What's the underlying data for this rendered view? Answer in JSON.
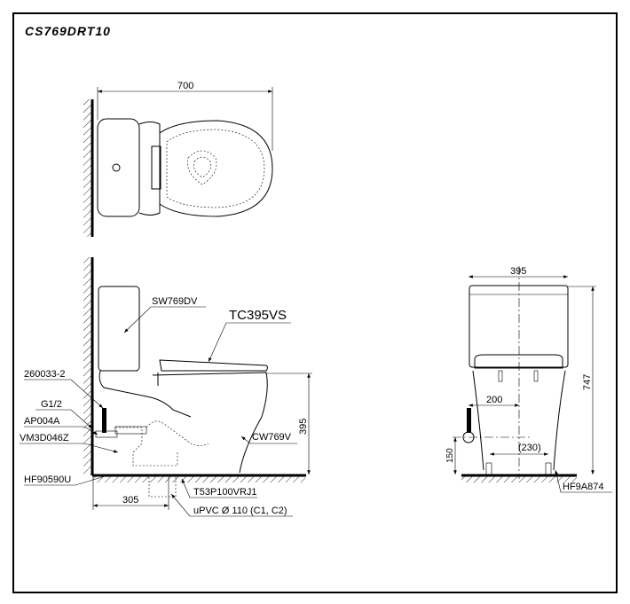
{
  "title": "CS769DRT10",
  "top_view": {
    "width_dim": "700"
  },
  "side_view": {
    "labels": {
      "tank": "SW769DV",
      "seat": "TC395VS",
      "hose": "260033-2",
      "thread": "G1/2",
      "valve": "AP004A",
      "fitting": "VM3D046Z",
      "flange": "HF90590U",
      "bowl": "CW769V",
      "adapter": "T53P100VRJ1",
      "pipe": "uPVC Ø 110 (C1, C2)"
    },
    "height_dim": "395",
    "rough_in_dim": "305"
  },
  "front_view": {
    "width_dim": "395",
    "height_dim": "747",
    "supply_offset_dim": "200",
    "supply_height_dim": "150",
    "bolt_spacing_dim": "(230)",
    "bolt_label": "HF9A874"
  }
}
